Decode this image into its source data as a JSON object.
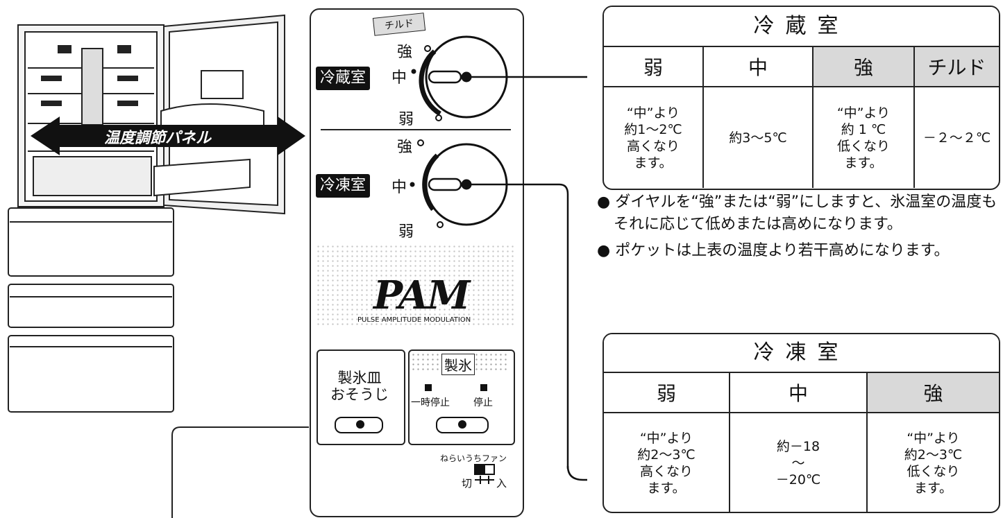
{
  "left": {
    "callout_label": "温度調節パネル"
  },
  "panel": {
    "chilled_tag": "チルド",
    "fridge_dial": {
      "label": "冷蔵室",
      "strong": "強",
      "medium": "中",
      "weak": "弱"
    },
    "freezer_dial": {
      "label": "冷凍室",
      "strong": "強",
      "medium": "中",
      "weak": "弱"
    },
    "logo": "PAM",
    "logo_sub": "PULSE AMPLITUDE MODULATION",
    "ice_tray": {
      "line1": "製氷皿",
      "line2": "おそうじ"
    },
    "ice_maker": {
      "title": "製氷",
      "pause": "一時停止",
      "stop": "停止"
    },
    "fan": {
      "title": "ねらいうちファン",
      "off": "切",
      "on": "入"
    }
  },
  "fridge_table": {
    "title": "冷蔵室",
    "headers": [
      "弱",
      "中",
      "強",
      "チルド"
    ],
    "cells": [
      [
        "“中”より",
        "約1～2℃",
        "高くなり",
        "ます。"
      ],
      [
        "約3～5℃"
      ],
      [
        "“中”より",
        "約 1 ℃",
        "低くなり",
        "ます。"
      ],
      [
        "－２～２℃"
      ]
    ]
  },
  "notes": [
    "● ダイヤルを“強”または“弱”にしますと、氷温室の温度もそれに応じて低めまたは高めになります。",
    "● ポケットは上表の温度より若干高めになります。"
  ],
  "freezer_table": {
    "title": "冷凍室",
    "headers": [
      "弱",
      "中",
      "強"
    ],
    "cells": [
      [
        "“中”より",
        "約2～3℃",
        "高くなり",
        "ます。"
      ],
      [
        "約－18",
        "～",
        "－20℃"
      ],
      [
        "“中”より",
        "約2～3℃",
        "低くなり",
        "ます。"
      ]
    ]
  },
  "colors": {
    "ink": "#111111",
    "shade": "#d9d9d9",
    "badge_bg": "#111111"
  }
}
